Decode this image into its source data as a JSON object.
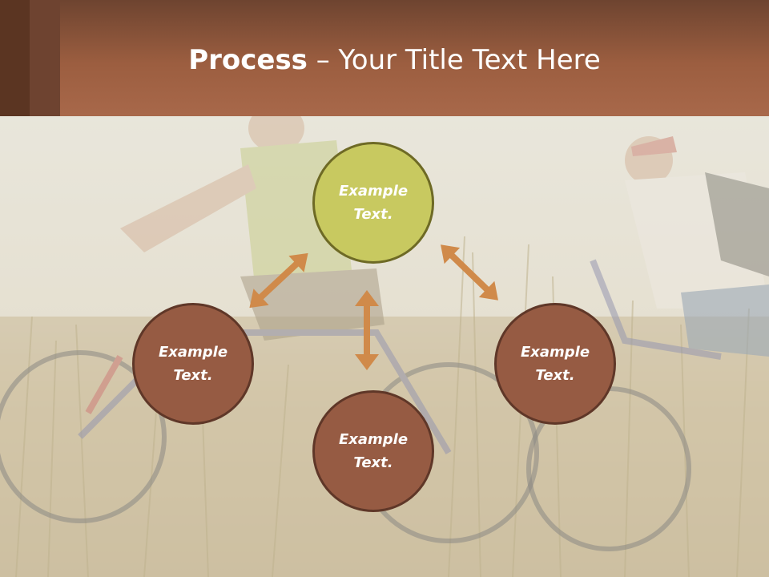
{
  "slide": {
    "title_bold": "Process",
    "title_rest": " – Your Title Text Here"
  },
  "nodes": [
    {
      "label": "Example\nText.",
      "color": "#c8c960",
      "role": "top"
    },
    {
      "label": "Example\nText.",
      "color": "#965b43",
      "role": "left"
    },
    {
      "label": "Example\nText.",
      "color": "#965b43",
      "role": "right"
    },
    {
      "label": "Example\nText.",
      "color": "#965b43",
      "role": "bottom"
    }
  ],
  "colors": {
    "header": "#9c5e40",
    "arrow": "#d08a4a",
    "circle_brown": "#965b43",
    "circle_green": "#c8c960"
  },
  "background_image": "cyclists-in-grass-photo"
}
